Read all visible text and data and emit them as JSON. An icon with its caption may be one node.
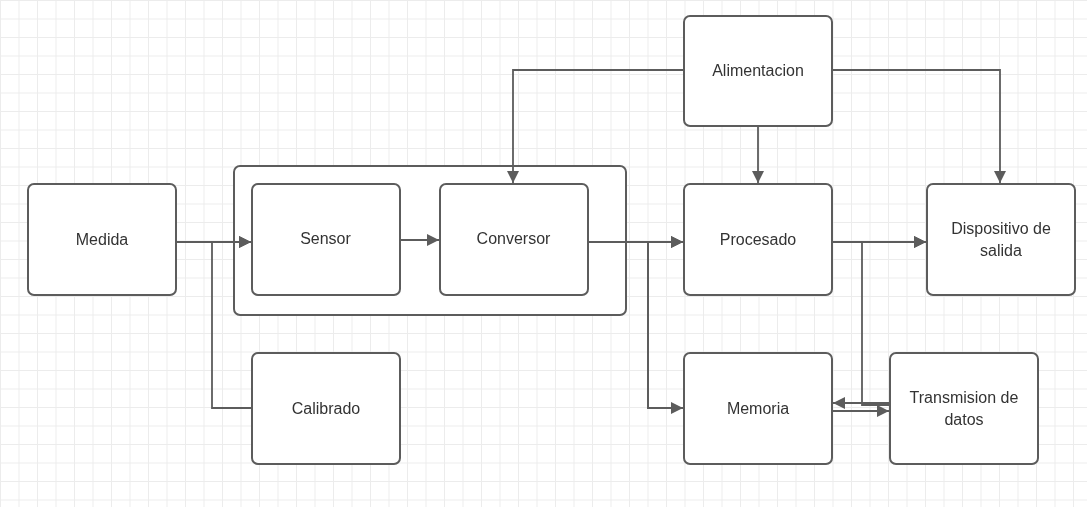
{
  "diagram": {
    "nodes": [
      {
        "text": [
          "Alimentacion"
        ]
      },
      {
        "text": [
          "Medida"
        ]
      },
      {
        "text": [],
        "shape": "box"
      },
      {
        "text": [
          "Sensor"
        ],
        "in": 2
      },
      {
        "text": [
          "Conversor"
        ],
        "in": 2
      },
      {
        "text": [
          "Procesado"
        ]
      },
      {
        "text": [
          "Dispositivo de salida"
        ]
      },
      {
        "text": [
          "Calibrado"
        ]
      },
      {
        "text": [
          "Memoria"
        ]
      },
      {
        "text": [
          "Transmision de datos"
        ]
      }
    ],
    "edges": [
      {
        "from": 1,
        "to": 3,
        "arrow": "to"
      },
      {
        "from": 7,
        "to": 3,
        "arrow": "to"
      },
      {
        "from": 3,
        "to": 4,
        "arrow": "to"
      },
      {
        "from": 4,
        "to": 5,
        "arrow": "to"
      },
      {
        "from": 4,
        "to": 8,
        "arrow": "to"
      },
      {
        "from": 8,
        "to": 5,
        "arrow": "to"
      },
      {
        "from": 0,
        "to": 4,
        "arrow": "to"
      },
      {
        "from": 0,
        "to": 5,
        "arrow": "to"
      },
      {
        "from": 0,
        "to": 6,
        "arrow": "to"
      },
      {
        "from": 5,
        "to": 6,
        "arrow": "to"
      },
      {
        "from": 9,
        "to": 6,
        "arrow": "to"
      },
      {
        "from": 9,
        "to": 8,
        "arrow": "to"
      },
      {
        "from": 8,
        "to": 9,
        "arrow": "to"
      }
    ]
  }
}
